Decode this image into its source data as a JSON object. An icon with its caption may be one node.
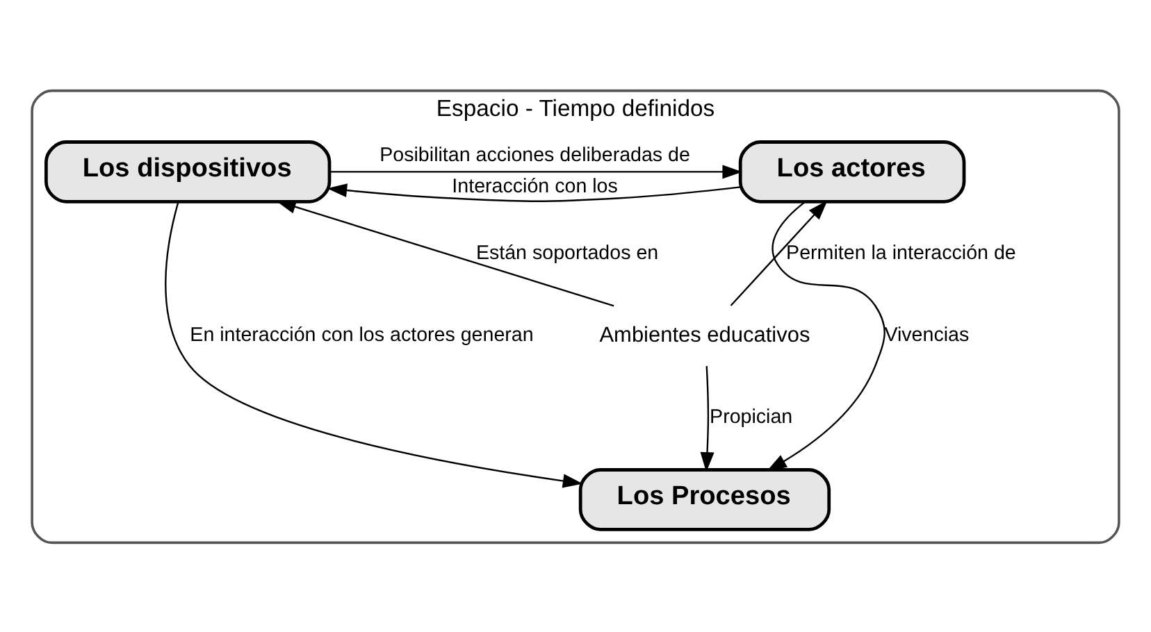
{
  "diagram": {
    "nodes": [
      {
        "text": [
          "Espacio - Tiempo definidos"
        ]
      },
      {
        "text": [
          "Los actores"
        ],
        "in": 0
      },
      {
        "text": [
          "Los dispositivos"
        ],
        "in": 0
      },
      {
        "text": [
          "Los Procesos"
        ],
        "in": 0
      },
      {
        "text": [
          "Ambientes educativos"
        ],
        "in": 0
      }
    ],
    "edges": [
      {
        "from": 2,
        "to": 1,
        "arrow": "to",
        "label": "Posibilitan acciones deliberadas de"
      },
      {
        "from": 1,
        "to": 2,
        "arrow": "to",
        "label": "Interacción con los"
      },
      {
        "from": 4,
        "to": 1,
        "arrow": "to",
        "label": "Permiten la interacción de"
      },
      {
        "from": 4,
        "to": 2,
        "arrow": "to",
        "label": "Están soportados en"
      },
      {
        "from": 1,
        "to": 3,
        "arrow": "to",
        "label": "Vivencias"
      },
      {
        "from": 4,
        "to": 3,
        "arrow": "to",
        "label": "Propician"
      },
      {
        "from": 2,
        "to": 3,
        "arrow": "to",
        "label": "En interacción con los actores generan"
      }
    ]
  }
}
